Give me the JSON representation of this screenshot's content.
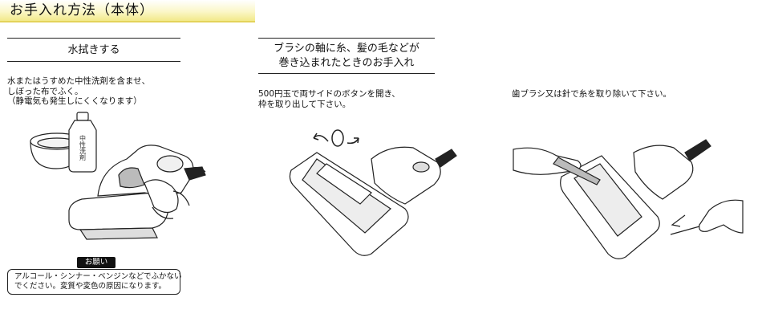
{
  "page": {
    "title": "お手入れ方法（本体）"
  },
  "wipe": {
    "heading": "水拭きする",
    "text": "水またはうすめた中性洗剤を含ませ、\nしぼった布でふく。\n（静電気も発生しにくくなります）",
    "bottle_label": "中性洗剤",
    "notice_badge": "お願い",
    "notice_text": "アルコール・シンナー・ベンジンなどでふかない\nでください。変質や変色の原因になります。"
  },
  "brush_care": {
    "heading_line1": "ブラシの軸に糸、髪の毛などが",
    "heading_line2": "巻き込まれたときのお手入れ",
    "step1_text": "500円玉で両サイドのボタンを開き、\n枠を取り出して下さい。",
    "step2_text": "歯ブラシ又は針で糸を取り除いて下さい。"
  },
  "colors": {
    "title_highlight": "#f2e98a",
    "line": "#222222",
    "fill_light": "#ededed"
  }
}
